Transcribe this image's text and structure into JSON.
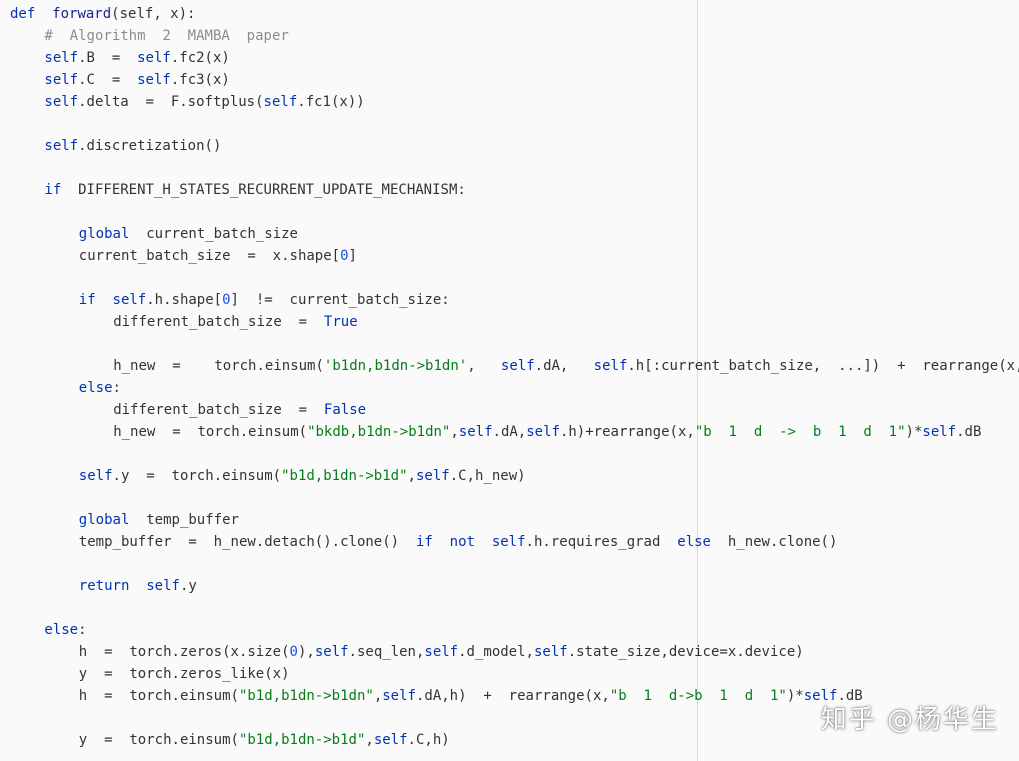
{
  "editor": {
    "lines": [
      {
        "indent": 0,
        "tokens": [
          [
            "def",
            "kw"
          ],
          [
            "  ",
            "plain"
          ],
          [
            "forward",
            "def"
          ],
          [
            "(self, x):",
            "plain"
          ]
        ]
      },
      {
        "indent": 4,
        "tokens": [
          [
            "#  Algorithm  2  MAMBA  paper",
            "cmt"
          ]
        ]
      },
      {
        "indent": 4,
        "tokens": [
          [
            "self",
            "kw"
          ],
          [
            ".B  =  ",
            "plain"
          ],
          [
            "self",
            "kw"
          ],
          [
            ".fc2(x)",
            "plain"
          ]
        ]
      },
      {
        "indent": 4,
        "tokens": [
          [
            "self",
            "kw"
          ],
          [
            ".C  =  ",
            "plain"
          ],
          [
            "self",
            "kw"
          ],
          [
            ".fc3(x)",
            "plain"
          ]
        ]
      },
      {
        "indent": 4,
        "tokens": [
          [
            "self",
            "kw"
          ],
          [
            ".delta  =  F.softplus(",
            "plain"
          ],
          [
            "self",
            "kw"
          ],
          [
            ".fc1(x))",
            "plain"
          ]
        ]
      },
      {
        "indent": 0,
        "tokens": []
      },
      {
        "indent": 4,
        "tokens": [
          [
            "self",
            "kw"
          ],
          [
            ".discretization()",
            "plain"
          ]
        ]
      },
      {
        "indent": 0,
        "tokens": []
      },
      {
        "indent": 4,
        "tokens": [
          [
            "if",
            "kw"
          ],
          [
            "  DIFFERENT_H_STATES_RECURRENT_UPDATE_MECHANISM:",
            "plain"
          ]
        ]
      },
      {
        "indent": 0,
        "tokens": []
      },
      {
        "indent": 8,
        "tokens": [
          [
            "global",
            "kw"
          ],
          [
            "  current_batch_size",
            "plain"
          ]
        ]
      },
      {
        "indent": 8,
        "tokens": [
          [
            "current_batch_size  =  x.shape[",
            "plain"
          ],
          [
            "0",
            "num"
          ],
          [
            "]",
            "plain"
          ]
        ]
      },
      {
        "indent": 0,
        "tokens": []
      },
      {
        "indent": 8,
        "tokens": [
          [
            "if",
            "kw"
          ],
          [
            "  ",
            "plain"
          ],
          [
            "self",
            "kw"
          ],
          [
            ".h.shape[",
            "plain"
          ],
          [
            "0",
            "num"
          ],
          [
            "]  !=  current_batch_size:",
            "plain"
          ]
        ]
      },
      {
        "indent": 12,
        "tokens": [
          [
            "different_batch_size  =  ",
            "plain"
          ],
          [
            "True",
            "const"
          ]
        ]
      },
      {
        "indent": 0,
        "tokens": []
      },
      {
        "indent": 12,
        "tokens": [
          [
            "h_new  =    torch.einsum(",
            "plain"
          ],
          [
            "'b1dn,b1dn->b1dn'",
            "str"
          ],
          [
            ",   ",
            "plain"
          ],
          [
            "self",
            "kw"
          ],
          [
            ".dA,   ",
            "plain"
          ],
          [
            "self",
            "kw"
          ],
          [
            ".h[:current_batch_size,  ...])  +  rearrange(x,",
            "plain"
          ]
        ]
      },
      {
        "indent": 8,
        "tokens": [
          [
            "else",
            "kw"
          ],
          [
            ":",
            "plain"
          ]
        ]
      },
      {
        "indent": 12,
        "tokens": [
          [
            "different_batch_size  =  ",
            "plain"
          ],
          [
            "False",
            "const"
          ]
        ]
      },
      {
        "indent": 12,
        "tokens": [
          [
            "h_new  =  torch.einsum(",
            "plain"
          ],
          [
            "\"bkdb,b1dn->b1dn\"",
            "str"
          ],
          [
            ",",
            "plain"
          ],
          [
            "self",
            "kw"
          ],
          [
            ".dA,",
            "plain"
          ],
          [
            "self",
            "kw"
          ],
          [
            ".h)+rearrange(x,",
            "plain"
          ],
          [
            "\"b  1  d  ->  b  1  d  1\"",
            "str"
          ],
          [
            ")*",
            "plain"
          ],
          [
            "self",
            "kw"
          ],
          [
            ".dB",
            "plain"
          ]
        ]
      },
      {
        "indent": 0,
        "tokens": []
      },
      {
        "indent": 8,
        "tokens": [
          [
            "self",
            "kw"
          ],
          [
            ".y  =  torch.einsum(",
            "plain"
          ],
          [
            "\"b1d,b1dn->b1d\"",
            "str"
          ],
          [
            ",",
            "plain"
          ],
          [
            "self",
            "kw"
          ],
          [
            ".C,h_new)",
            "plain"
          ]
        ]
      },
      {
        "indent": 0,
        "tokens": []
      },
      {
        "indent": 8,
        "tokens": [
          [
            "global",
            "kw"
          ],
          [
            "  temp_buffer",
            "plain"
          ]
        ]
      },
      {
        "indent": 8,
        "tokens": [
          [
            "temp_buffer  =  h_new.detach().clone()  ",
            "plain"
          ],
          [
            "if",
            "kw"
          ],
          [
            "  ",
            "plain"
          ],
          [
            "not",
            "kw"
          ],
          [
            "  ",
            "plain"
          ],
          [
            "self",
            "kw"
          ],
          [
            ".h.requires_grad  ",
            "plain"
          ],
          [
            "else",
            "kw"
          ],
          [
            "  h_new.clone()",
            "plain"
          ]
        ]
      },
      {
        "indent": 0,
        "tokens": []
      },
      {
        "indent": 8,
        "tokens": [
          [
            "return",
            "kw"
          ],
          [
            "  ",
            "plain"
          ],
          [
            "self",
            "kw"
          ],
          [
            ".y",
            "plain"
          ]
        ]
      },
      {
        "indent": 0,
        "tokens": []
      },
      {
        "indent": 4,
        "tokens": [
          [
            "else",
            "kw"
          ],
          [
            ":",
            "plain"
          ]
        ]
      },
      {
        "indent": 8,
        "tokens": [
          [
            "h  =  torch.zeros(x.size(",
            "plain"
          ],
          [
            "0",
            "num"
          ],
          [
            "),",
            "plain"
          ],
          [
            "self",
            "kw"
          ],
          [
            ".seq_len,",
            "plain"
          ],
          [
            "self",
            "kw"
          ],
          [
            ".d_model,",
            "plain"
          ],
          [
            "self",
            "kw"
          ],
          [
            ".state_size,device=x.device)",
            "plain"
          ]
        ]
      },
      {
        "indent": 8,
        "tokens": [
          [
            "y  =  torch.zeros_like(x)",
            "plain"
          ]
        ]
      },
      {
        "indent": 8,
        "tokens": [
          [
            "h  =  torch.einsum(",
            "plain"
          ],
          [
            "\"b1d,b1dn->b1dn\"",
            "str"
          ],
          [
            ",",
            "plain"
          ],
          [
            "self",
            "kw"
          ],
          [
            ".dA,h)  +  rearrange(x,",
            "plain"
          ],
          [
            "\"b  1  d->b  1  d  1\"",
            "str"
          ],
          [
            ")*",
            "plain"
          ],
          [
            "self",
            "kw"
          ],
          [
            ".dB",
            "plain"
          ]
        ]
      },
      {
        "indent": 0,
        "tokens": []
      },
      {
        "indent": 8,
        "tokens": [
          [
            "y  =  torch.einsum(",
            "plain"
          ],
          [
            "\"b1d,b1dn->b1d\"",
            "str"
          ],
          [
            ",",
            "plain"
          ],
          [
            "self",
            "kw"
          ],
          [
            ".C,h)",
            "plain"
          ]
        ]
      }
    ]
  },
  "watermark": {
    "text": "知乎 @杨华生"
  }
}
